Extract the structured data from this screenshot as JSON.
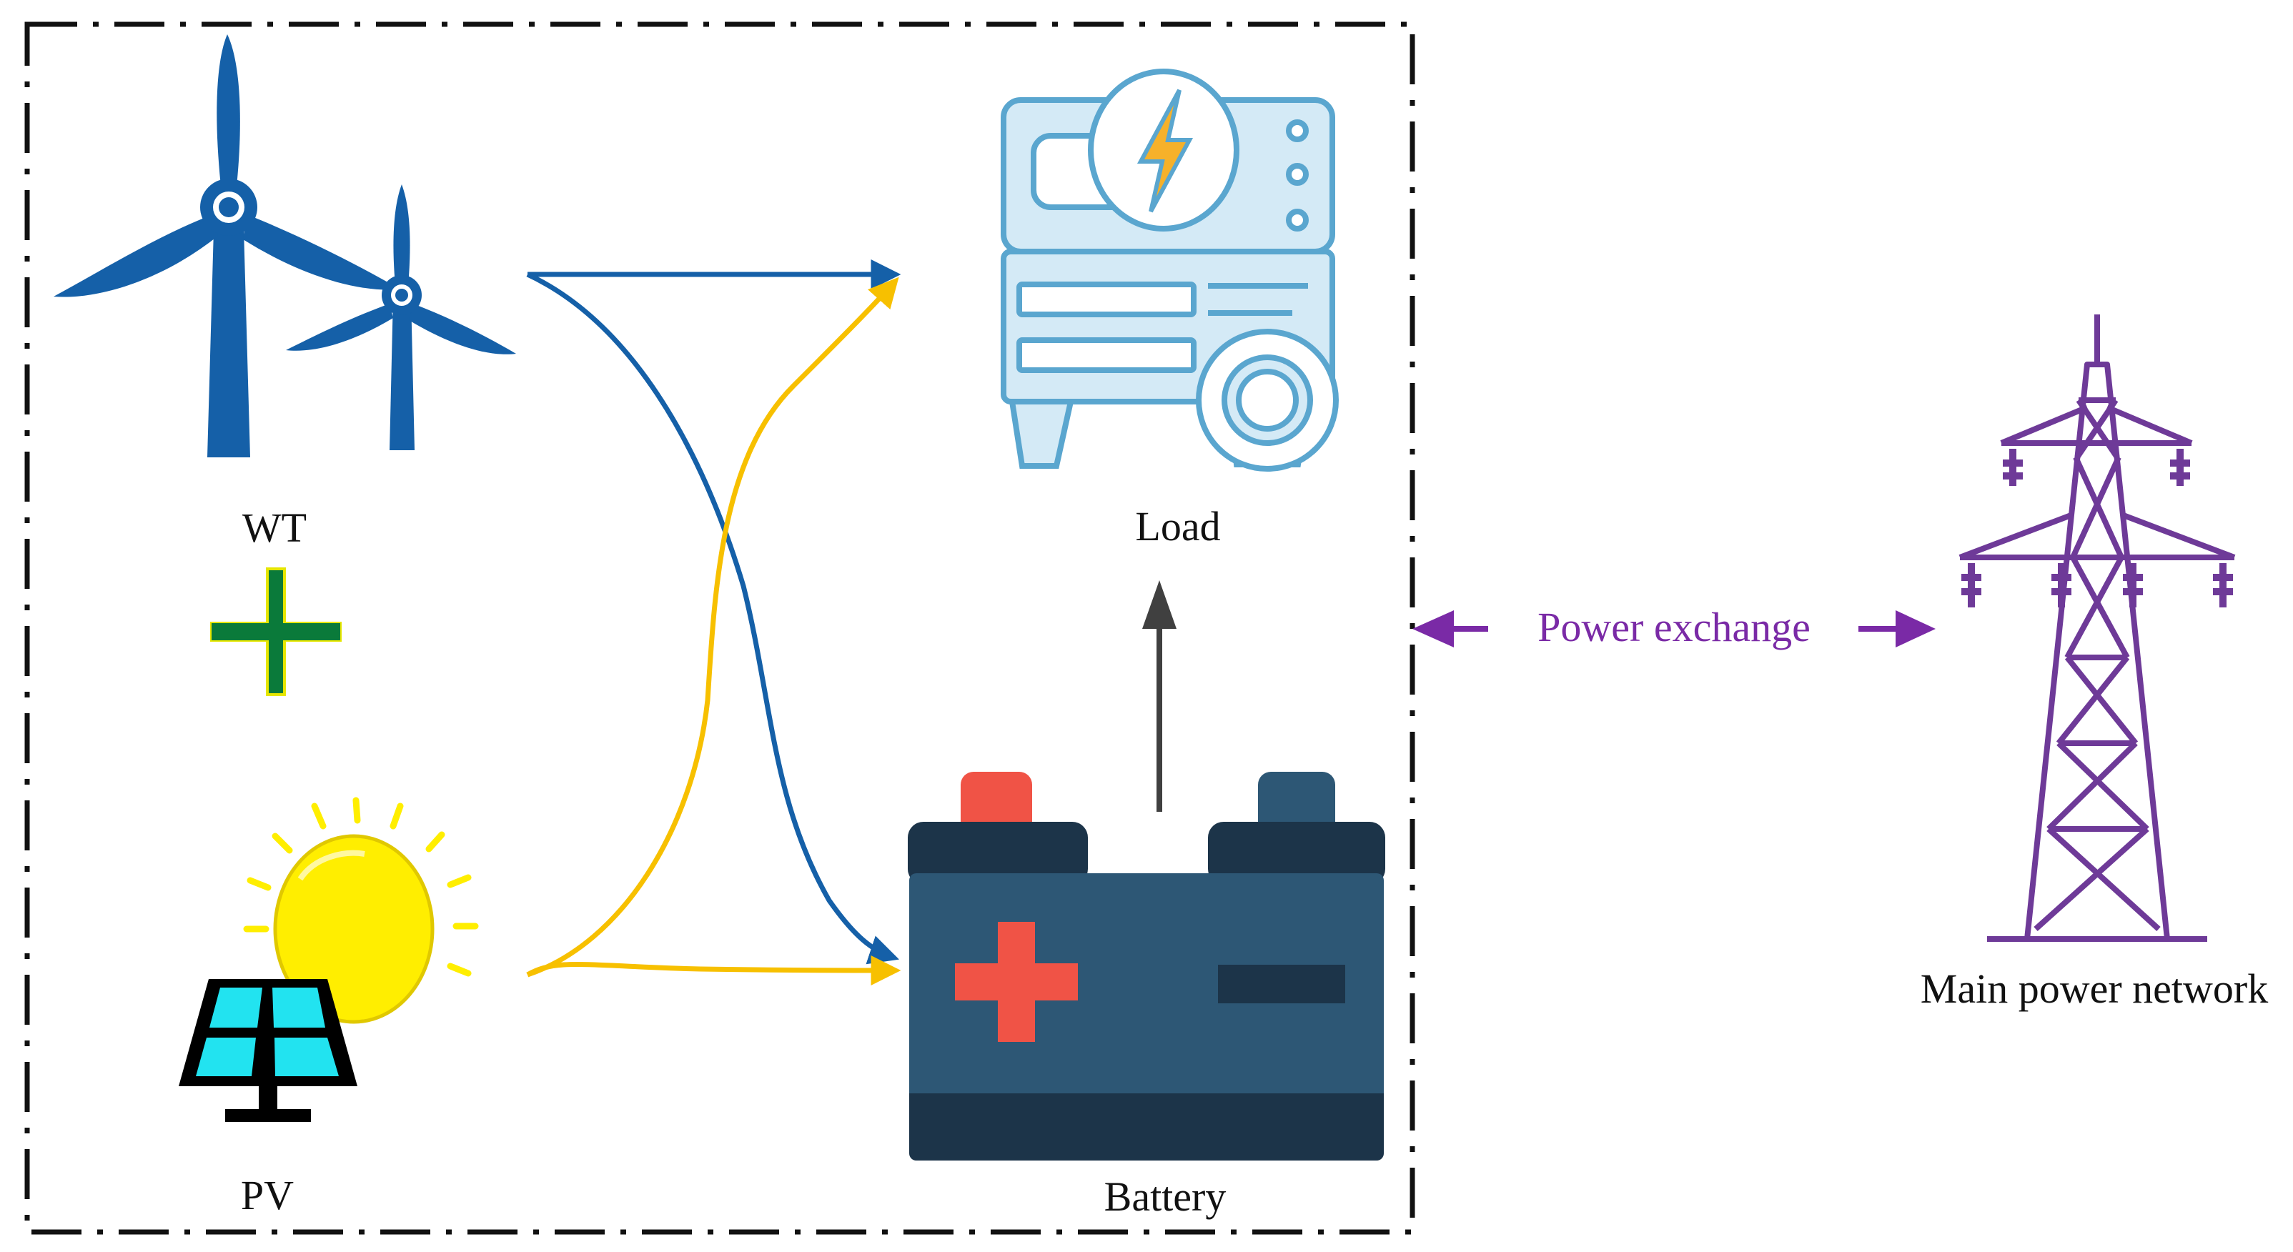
{
  "labels": {
    "wt": "WT",
    "pv": "PV",
    "load": "Load",
    "battery": "Battery",
    "power_exchange": "Power exchange",
    "main_network": "Main power network"
  },
  "colors": {
    "wind_blue": "#1560a8",
    "solar_yellow": "#f7c000",
    "sun_yellow": "#ffee00",
    "plus_green": "#0a7a3a",
    "panel_cyan": "#22e3f0",
    "battery_body": "#2d5775",
    "battery_dark": "#1c3449",
    "battery_red": "#f05346",
    "load_light": "#d4eaf6",
    "load_stroke": "#5aa6cf",
    "exchange_purple": "#7a2aa6",
    "tower_purple": "#6e3a98",
    "arrow_gray": "#404040",
    "border_black": "#111111"
  },
  "icons": [
    "wind-turbine-icon",
    "plus-icon",
    "sun-icon",
    "solar-panel-icon",
    "generator-icon",
    "battery-icon",
    "transmission-tower-icon"
  ]
}
